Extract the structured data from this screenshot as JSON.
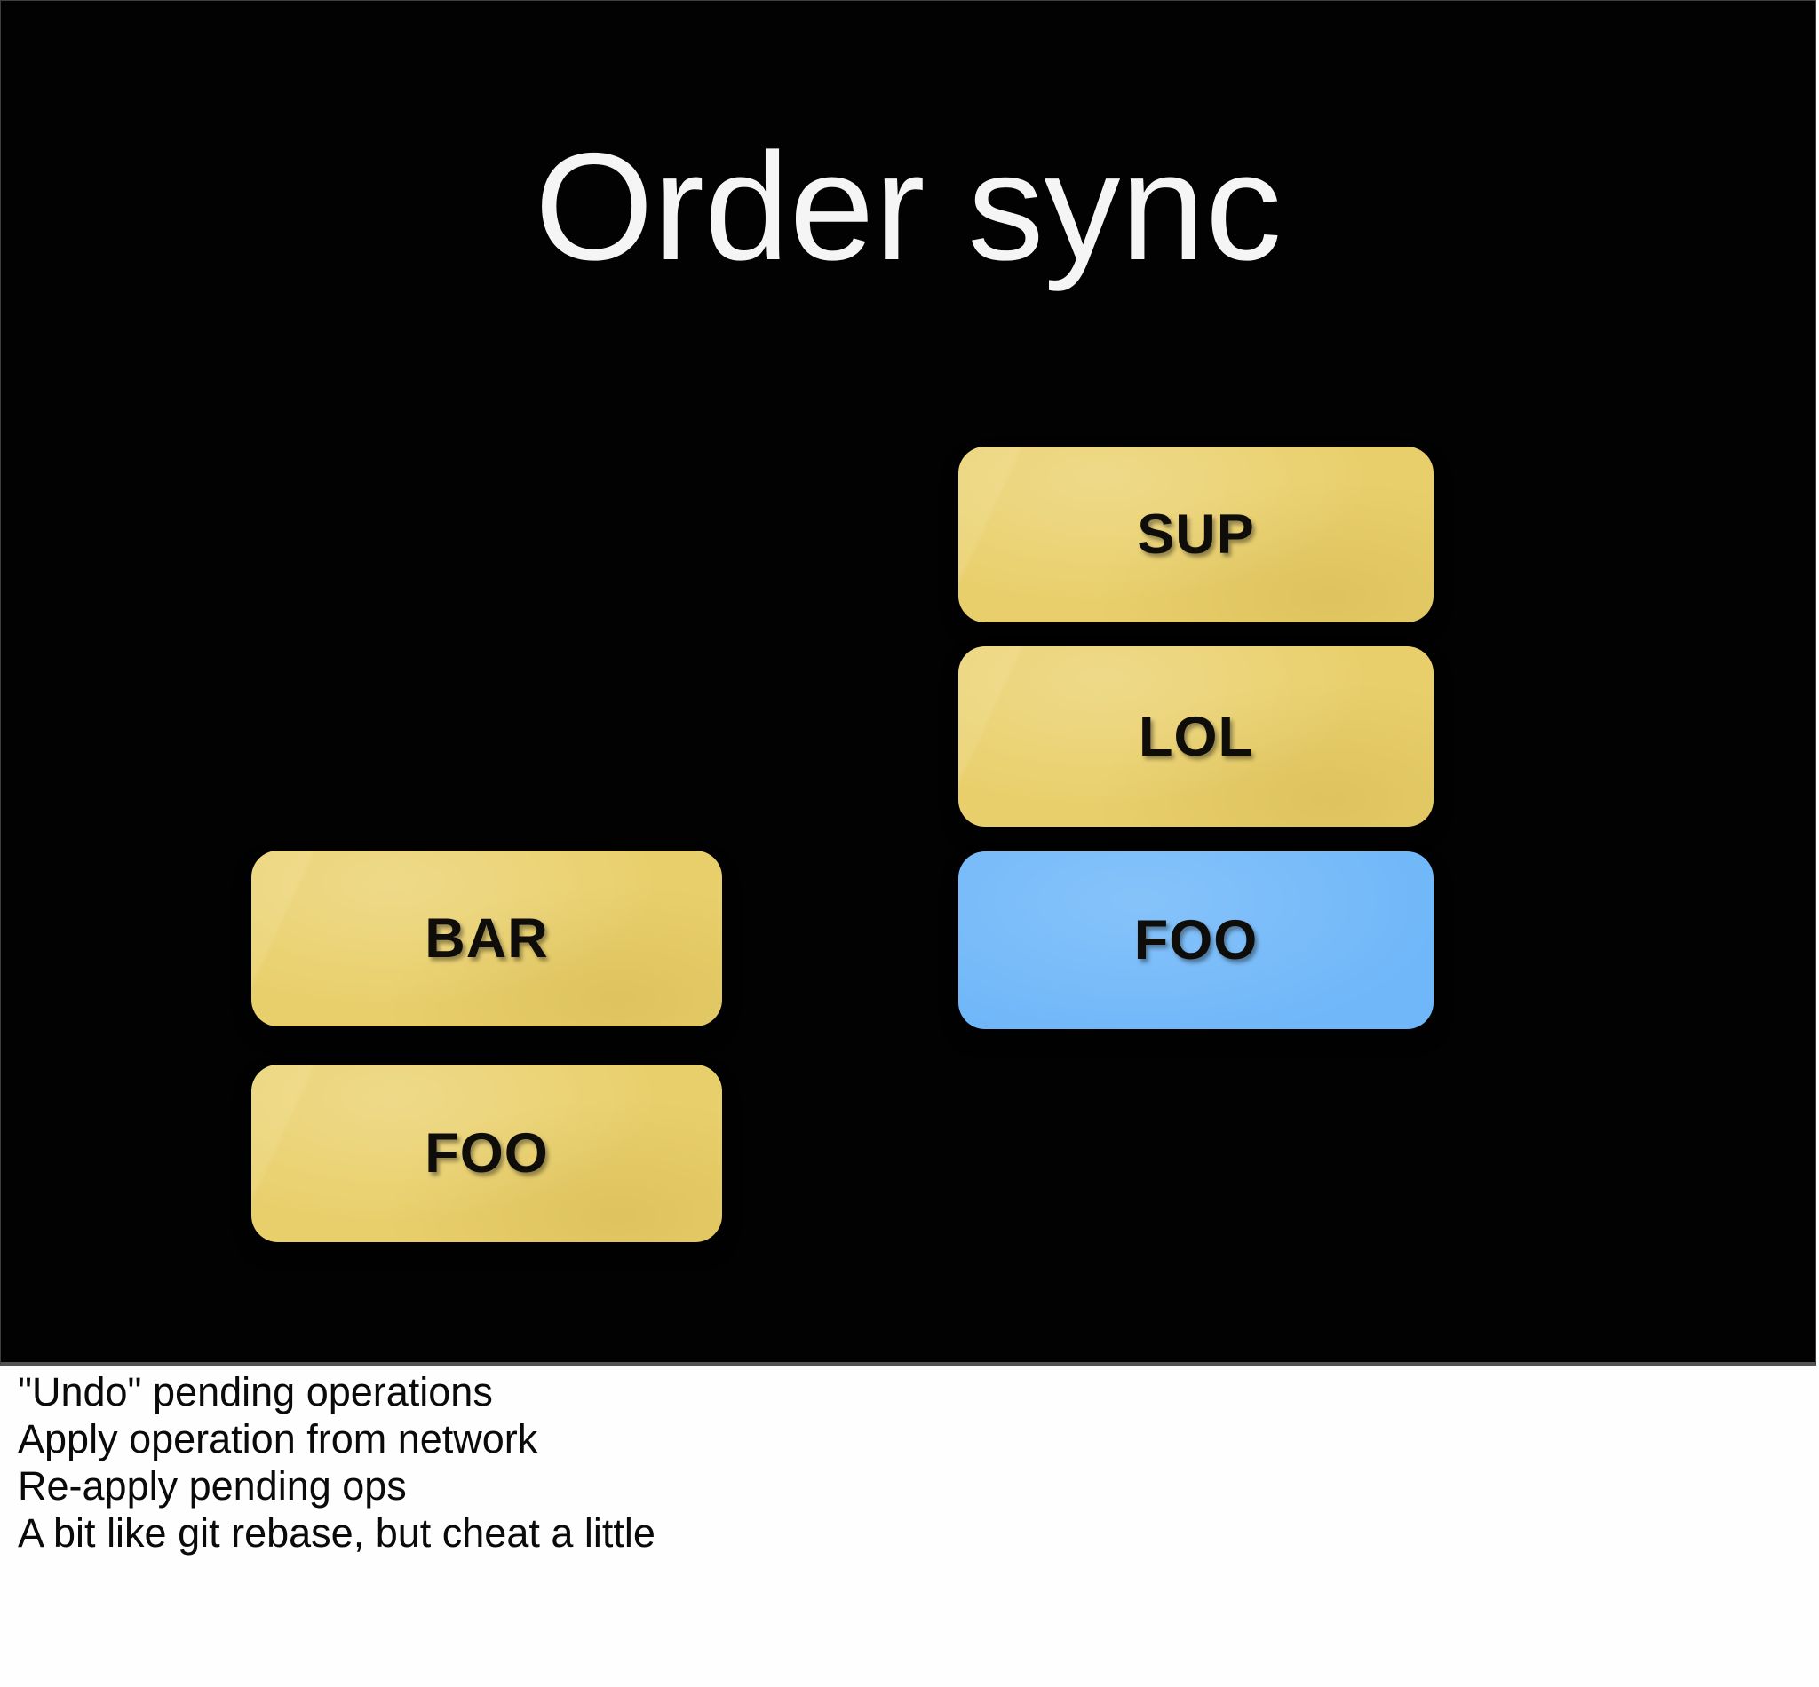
{
  "slide": {
    "title": "Order sync",
    "boxes": [
      {
        "id": "sup",
        "label": "SUP",
        "color": "yellow"
      },
      {
        "id": "lol",
        "label": "LOL",
        "color": "yellow"
      },
      {
        "id": "foo-remote",
        "label": "FOO",
        "color": "blue"
      },
      {
        "id": "bar",
        "label": "BAR",
        "color": "yellow"
      },
      {
        "id": "foo-local",
        "label": "FOO",
        "color": "yellow"
      }
    ]
  },
  "notes": {
    "lines": [
      "\"Undo\" pending operations",
      "Apply operation from network",
      "Re-apply pending ops",
      "A bit like git rebase, but cheat a little"
    ]
  },
  "colors": {
    "slide_background": "#020202",
    "card_yellow": "#e9cf6b",
    "card_blue": "#6fb7f9",
    "title_color": "#f5f5f5",
    "label_color": "#0e0d0a",
    "notes_background": "#fefefe",
    "notes_text": "#0a0a0a"
  }
}
